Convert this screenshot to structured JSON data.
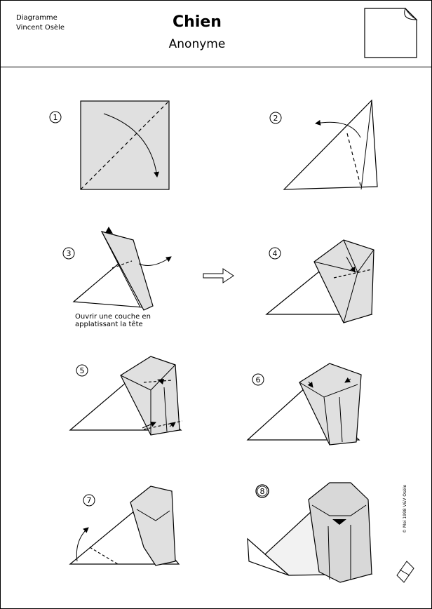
{
  "header": {
    "credit_line1": "Diagramme",
    "credit_line2": "Vincent Osèle",
    "title": "Chien",
    "subtitle": "Anonyme"
  },
  "steps": [
    {
      "number": "1"
    },
    {
      "number": "2"
    },
    {
      "number": "3"
    },
    {
      "number": "4"
    },
    {
      "number": "5"
    },
    {
      "number": "6"
    },
    {
      "number": "7"
    },
    {
      "number": "8"
    }
  ],
  "step3_caption_line1": "Ouvrir une couche en",
  "step3_caption_line2": "applatissant la tête",
  "copyright": "© Moi 1998 V&V Osèle",
  "colors": {
    "paper_fill": "#e0e0e0",
    "paper_dark": "#cfcfcf",
    "line": "#000000"
  }
}
